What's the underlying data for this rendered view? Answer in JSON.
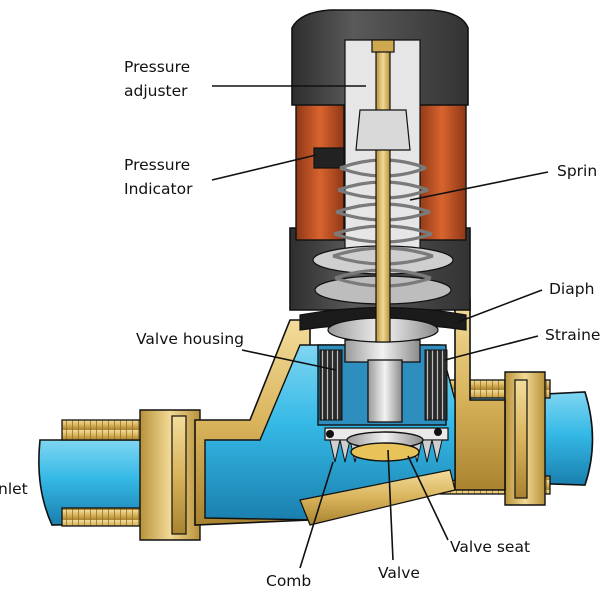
{
  "labels": {
    "pressure_adjuster_line1": "Pressure",
    "pressure_adjuster_line2": "adjuster",
    "pressure_indicator_line1": "Pressure",
    "pressure_indicator_line2": "Indicator",
    "spring": "Sprin",
    "diaphragm": "Diaph",
    "strainer": "Straine",
    "valve_housing": "Valve housing",
    "inlet": "nlet",
    "comb": "Comb",
    "valve": "Valve",
    "valve_seat": "Valve seat"
  },
  "colors": {
    "water": "#35b9e6",
    "water_dark": "#1e8fc0",
    "brass": "#e3c271",
    "brass_dark": "#9c7a2a",
    "cap": "#4d4d4d",
    "cap_dark": "#2b2b2b",
    "copper": "#c25428",
    "steel": "#d9d9d9",
    "steel_dark": "#8f8f8f",
    "outline": "#111111"
  }
}
